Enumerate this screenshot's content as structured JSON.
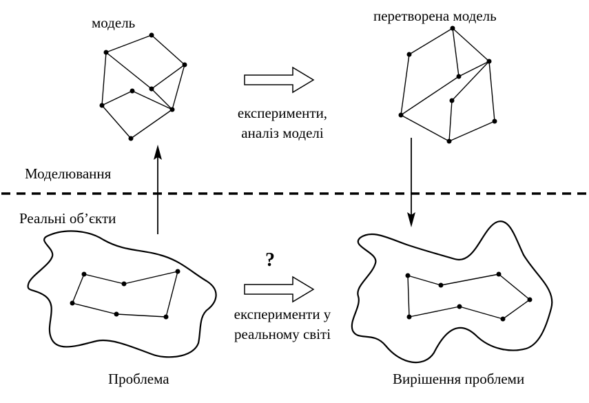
{
  "labels": {
    "model": "модель",
    "transformed_model": "перетворена модель",
    "experiments_model_line1": "експерименти,",
    "experiments_model_line2": "аналіз моделі",
    "modeling": "Моделювання",
    "real_objects": "Реальні об’єкти",
    "question": "?",
    "experiments_real_line1": "експерименти у",
    "experiments_real_line2": "реальному світі",
    "problem": "Проблема",
    "solution": "Вирішення проблеми"
  },
  "colors": {
    "ink": "#000000",
    "background": "#ffffff"
  }
}
